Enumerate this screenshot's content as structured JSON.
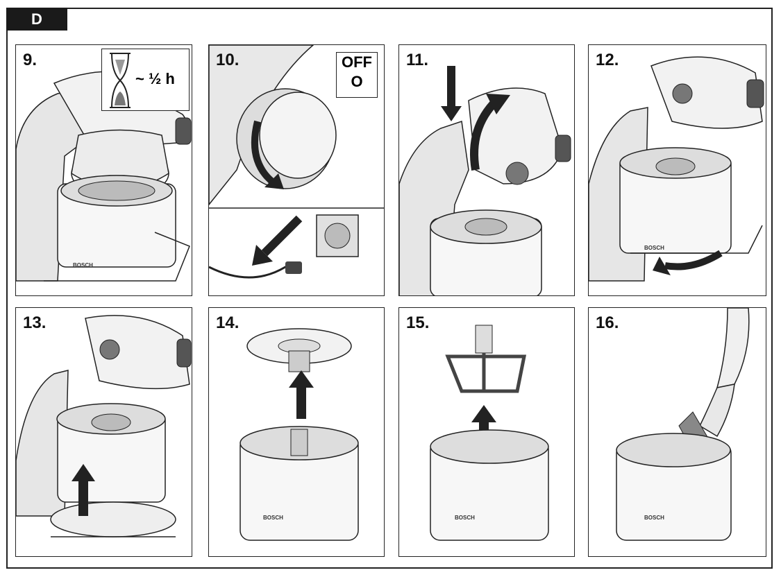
{
  "section": {
    "label": "D"
  },
  "steps": [
    {
      "number": "9."
    },
    {
      "number": "10."
    },
    {
      "number": "11."
    },
    {
      "number": "12."
    },
    {
      "number": "13."
    },
    {
      "number": "14."
    },
    {
      "number": "15."
    },
    {
      "number": "16."
    }
  ],
  "timer": {
    "label": "~ ½ h"
  },
  "switch_state": {
    "label": "OFF",
    "symbol": "O"
  },
  "brand": {
    "label": "BOSCH"
  }
}
